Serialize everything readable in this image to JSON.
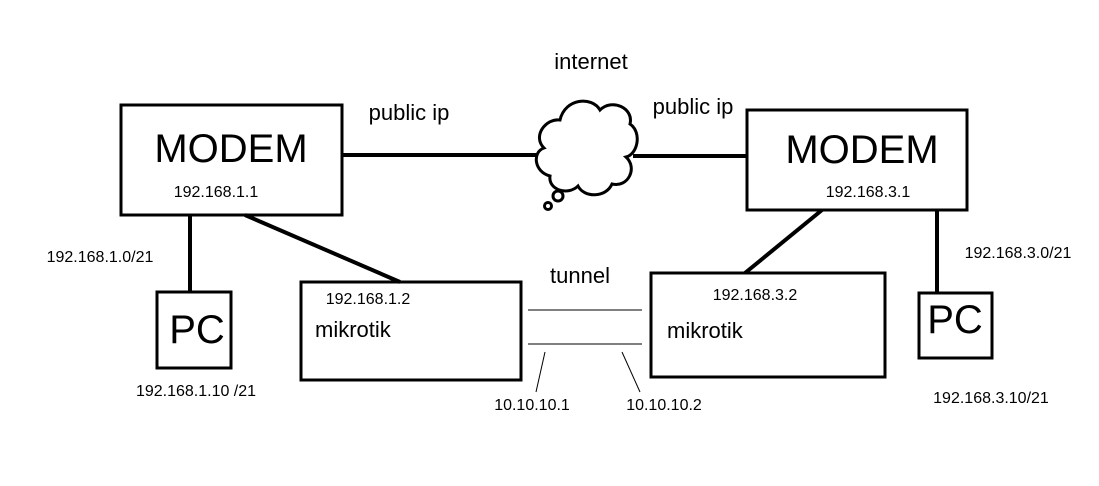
{
  "labels": {
    "internet": "internet",
    "public_ip_left": "public ip",
    "public_ip_right": "public ip",
    "tunnel": "tunnel"
  },
  "left_site": {
    "modem_title": "MODEM",
    "modem_ip": "192.168.1.1",
    "lan_subnet": "192.168.1.0/21",
    "pc_title": "PC",
    "pc_ip": "192.168.1.10 /21",
    "mikrotik_ip": "192.168.1.2",
    "mikrotik_title": "mikrotik",
    "tunnel_ip": "10.10.10.1"
  },
  "right_site": {
    "modem_title": "MODEM",
    "modem_ip": "192.168.3.1",
    "lan_subnet": "192.168.3.0/21",
    "pc_title": "PC",
    "pc_ip": "192.168.3.10/21",
    "mikrotik_ip": "192.168.3.2",
    "mikrotik_title": "mikrotik",
    "tunnel_ip": "10.10.10.2"
  }
}
